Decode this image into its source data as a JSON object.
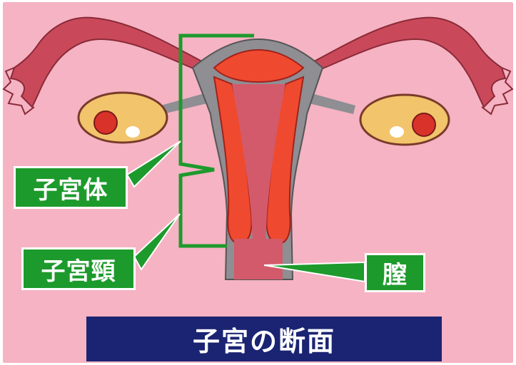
{
  "labels": {
    "uterine_body": "子宮体",
    "cervix": "子宮頸",
    "vagina": "膣"
  },
  "title": "子宮の断面",
  "colors": {
    "background": "#f5b3c3",
    "label_green": "#1d9a2c",
    "title_navy": "#1b2472",
    "wall_gray": "#8e8e93",
    "muscle_red": "#ef4a2f",
    "cavity_pink": "#d35a6a",
    "tube_pink": "#c9495a",
    "ovary_yellow": "#f2c46b"
  }
}
